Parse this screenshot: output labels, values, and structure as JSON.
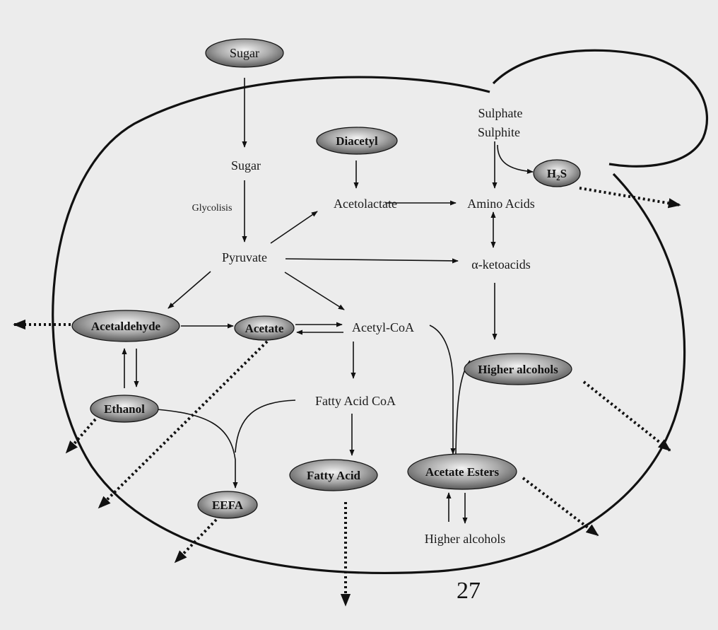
{
  "nodes": {
    "sugar_outer": "Sugar",
    "diacetyl": "Diacetyl",
    "h2s_h": "H",
    "h2s_sub": "2",
    "h2s_s": "S",
    "acetaldehyde": "Acetaldehyde",
    "acetate": "Acetate",
    "ethanol": "Ethanol",
    "eefa": "EEFA",
    "fatty_acid": "Fatty Acid",
    "higher_alcohols_oval": "Higher alcohols",
    "acetate_esters": "Acetate Esters"
  },
  "labels": {
    "sulphate": "Sulphate",
    "sulphite": "Sulphite",
    "sugar_inner": "Sugar",
    "glycolysis": "Glycolisis",
    "acetolactate": "Acetolactate",
    "amino_acids": "Amino Acids",
    "pyruvate": "Pyruvate",
    "ketoacids": "α-ketoacids",
    "acetyl_coa": "Acetyl-CoA",
    "fatty_acid_coa": "Fatty Acid CoA",
    "higher_alcohols_bottom": "Higher alcohols"
  },
  "page_number": "27"
}
